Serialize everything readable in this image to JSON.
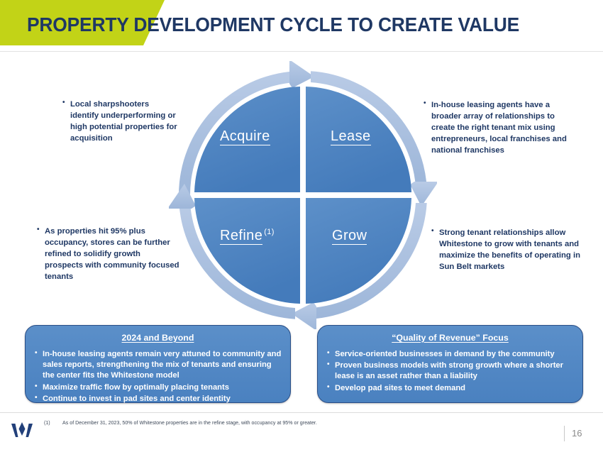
{
  "header": {
    "title": "PROPERTY DEVELOPMENT CYCLE TO CREATE VALUE",
    "accent_green": "#c2d317",
    "title_color": "#1f3864"
  },
  "cycle": {
    "fill_color": "#4a81c0",
    "arrow_color": "#a8bfdf",
    "quadrants": [
      {
        "key": "acquire",
        "label": "Acquire",
        "note": ""
      },
      {
        "key": "lease",
        "label": "Lease",
        "note": ""
      },
      {
        "key": "grow",
        "label": "Grow",
        "note": ""
      },
      {
        "key": "refine",
        "label": "Refine",
        "note": "(1)"
      }
    ]
  },
  "side_blocks": {
    "acquire": {
      "bullets": [
        "Local sharpshooters identify underperforming or high potential properties for acquisition"
      ]
    },
    "lease": {
      "bullets": [
        "In-house leasing agents have a broader array of relationships to create the right tenant mix using entrepreneurs, local franchises and national franchises"
      ]
    },
    "refine": {
      "bullets": [
        "As properties hit 95% plus occupancy, stores can be further refined to solidify growth prospects with community focused tenants"
      ]
    },
    "grow": {
      "bullets": [
        "Strong tenant relationships allow Whitestone to grow with tenants and maximize the benefits of operating in Sun Belt markets"
      ]
    }
  },
  "boxes": {
    "left": {
      "title": "2024 and Beyond",
      "bullets": [
        "In-house leasing agents remain very attuned to community and sales reports, strengthening the mix of tenants and ensuring the center fits the Whitestone model",
        "Maximize traffic flow by optimally placing tenants",
        "Continue to invest in pad sites and center identity"
      ]
    },
    "right": {
      "title": "“Quality of Revenue” Focus",
      "bullets": [
        "Service-oriented businesses in demand by the community",
        "Proven business models with strong growth where a shorter lease is an asset rather than a liability",
        "Develop pad sites to meet demand"
      ]
    }
  },
  "footer": {
    "footnote_mark": "(1)",
    "footnote_text": "As of December 31, 2023, 50% of Whitestone properties are in the refine stage, with occupancy at 95% or greater.",
    "page_number": "16"
  }
}
